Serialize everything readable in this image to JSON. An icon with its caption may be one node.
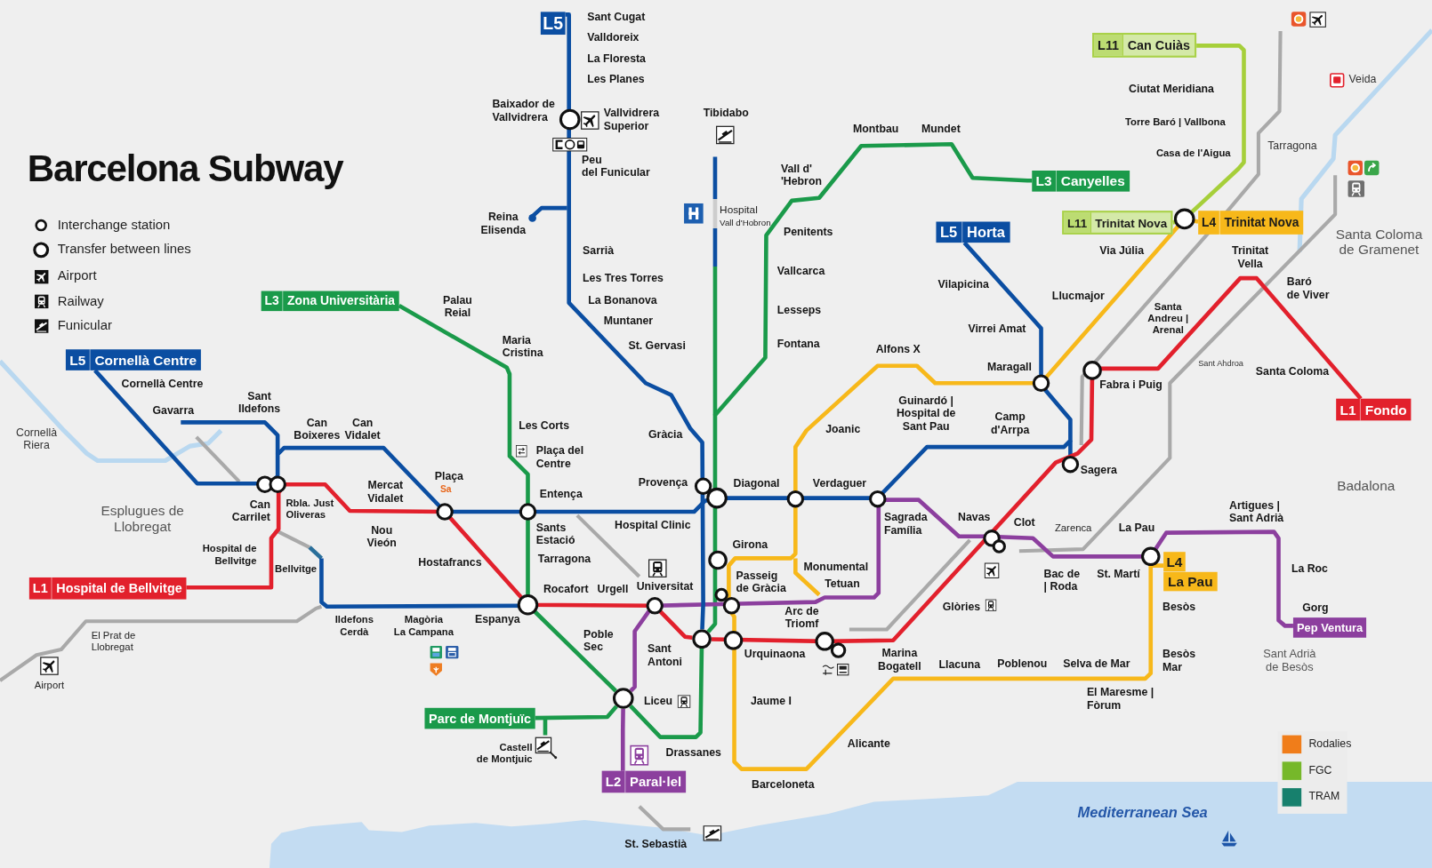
{
  "diagram": {
    "title": "Barcelona Subway",
    "nodes": [
      {
        "text": [
          "L5"
        ],
        "beside": [
          "Sant Cugat"
        ]
      },
      {
        "text": [
          "L11",
          "Can Cuiàs"
        ]
      },
      {
        "text": [
          "L3",
          "Canyelles"
        ]
      },
      {
        "text": [
          "L11",
          "Trinitat Nova"
        ]
      },
      {
        "text": [
          "L4",
          "Trinitat Nova"
        ]
      },
      {
        "text": [
          "L5",
          "Horta"
        ]
      },
      {
        "text": [
          "L3",
          "Zona Universitària"
        ]
      },
      {
        "text": [
          "L5",
          "Cornellà Centre"
        ]
      },
      {
        "text": [
          "L1",
          "Fondo"
        ]
      },
      {
        "text": [
          "L4",
          "La Pau"
        ]
      },
      {
        "text": [
          "L1",
          "Hospital de Bellvitge"
        ]
      },
      {
        "text": [
          "Pep Ventura"
        ]
      },
      {
        "text": [],
        "shape": "circle"
      },
      {
        "text": [],
        "shape": "circle"
      },
      {
        "text": [
          "Parc de Montjuïc"
        ]
      },
      {
        "text": [
          "L2",
          "Paral·lel"
        ]
      }
    ],
    "edges": [
      {
        "from": 7,
        "to": 5,
        "arrow": "none",
        "color": "#0b4ea2"
      },
      {
        "from": 6,
        "to": 13,
        "arrow": "none",
        "color": "#1a9a4a"
      },
      {
        "from": 13,
        "to": 12,
        "arrow": "none",
        "color": "#1a9a4a"
      },
      {
        "from": 12,
        "to": 2,
        "arrow": "none",
        "color": "#1a9a4a"
      },
      {
        "from": 10,
        "to": 12,
        "arrow": "none",
        "color": "#e2202c"
      },
      {
        "from": 12,
        "to": 8,
        "arrow": "none",
        "color": "#e2202c"
      },
      {
        "from": 15,
        "to": 13,
        "arrow": "none",
        "color": "#8c3f9e"
      },
      {
        "from": 13,
        "to": 11,
        "arrow": "none",
        "color": "#8c3f9e"
      },
      {
        "from": 9,
        "to": 4,
        "arrow": "none",
        "color": "#f7b81a"
      },
      {
        "from": 3,
        "to": 1,
        "arrow": "none",
        "color": "#a6cf3a"
      },
      {
        "from": 0,
        "to": 12,
        "arrow": "none",
        "color": "#0b4ea2"
      },
      {
        "from": 14,
        "to": 13,
        "arrow": "none",
        "color": "#1a9a4a"
      }
    ],
    "labels": [
      "Valldoreix",
      "La Floresta",
      "Les Planes",
      "Veida",
      "Ciutat Meridiana",
      "Baixador de Vallvidrera",
      "Vallvidrera Superior",
      "Tibidabo",
      "Torre Baró | Vallbona",
      "Montbau",
      "Mundet",
      "Tarragona",
      "Casa de l'Aigua",
      "Peu del Funicular",
      "Vall d' 'Hebron",
      "Hospital Vall d'Hobron",
      "Reina Elisenda",
      "Penitents",
      "Santa Coloma de Gramenet",
      "Sarrià",
      "Via Júlia",
      "Trinitat Vella",
      "Vallcarca",
      "Les Tres Torres",
      "Baró de Viver",
      "Vilapicina",
      "Llucmajor",
      "Palau Reial",
      "La Bonanova",
      "Santa Andreu | Arenal",
      "Lesseps",
      "Muntaner",
      "Virrei Amat",
      "Maria Cristina",
      "Fontana",
      "St. Gervasi",
      "Alfons X",
      "Sant Ahdroa",
      "Maragall",
      "Santa Coloma",
      "Cornellà Centre",
      "Fabra i Puig",
      "Sant Ildefons",
      "Guinardó | Hospital de Sant Pau",
      "Gavarra",
      "Camp d'Arrpa",
      "Can Boixeres",
      "Can Vidalet",
      "Les Corts",
      "Joanic",
      "Cornellà Riera",
      "Gràcia",
      "Plaça del Centre",
      "Sagera",
      "Plaça",
      "Provença",
      "Diagonal",
      "Verdaguer",
      "Badalona",
      "Mercat Vidalet",
      "Sa",
      "Entença",
      "Rbla. Just Oliveras",
      "Can Carrilet",
      "Artigues | Sant Adrià",
      "Esplugues de Llobregat",
      "Sagrada Família",
      "Navas",
      "Clot",
      "Hospital Clinic",
      "Sants Estació",
      "Zarenca",
      "La Pau",
      "Nou Vieón",
      "Girona",
      "Hospital de Bellvitge",
      "Tarragona",
      "Hostafrancs",
      "Monumental",
      "Bellvitge",
      "La Roc",
      "Bac de | Roda",
      "St. Martí",
      "Passeig de Gràcia",
      "Tetuan",
      "Universitat",
      "Rocafort",
      "Urgell",
      "Besòs",
      "Glòries",
      "Gorg",
      "Arc de Triomf",
      "Espanya",
      "Ildefons Cerdà",
      "Magòria La Campana",
      "Poble Sec",
      "El Prat de Llobregat",
      "Sant Antoni",
      "Marina Bogatell",
      "Sant Adrià de Besòs",
      "Urquinaona",
      "Besòs Mar",
      "Selva de Mar",
      "Poblenou",
      "Llacuna",
      "Airport",
      "El Maresme | Fòrum",
      "Liceu",
      "Jaume I",
      "Alicante",
      "Castell de Montjuic",
      "Drassanes",
      "Barceloneta",
      "Mediterranean Sea",
      "St. Sebastià"
    ],
    "legend": [
      {
        "text": "Interchange station"
      },
      {
        "text": "Transfer between lines"
      },
      {
        "text": "Airport"
      },
      {
        "text": "Railway"
      },
      {
        "text": "Funicular"
      },
      {
        "text": "Rodalies",
        "color": "#f07d1a"
      },
      {
        "text": "FGC",
        "color": "#76b82a"
      },
      {
        "text": "TRAM",
        "color": "#17806d"
      }
    ]
  }
}
